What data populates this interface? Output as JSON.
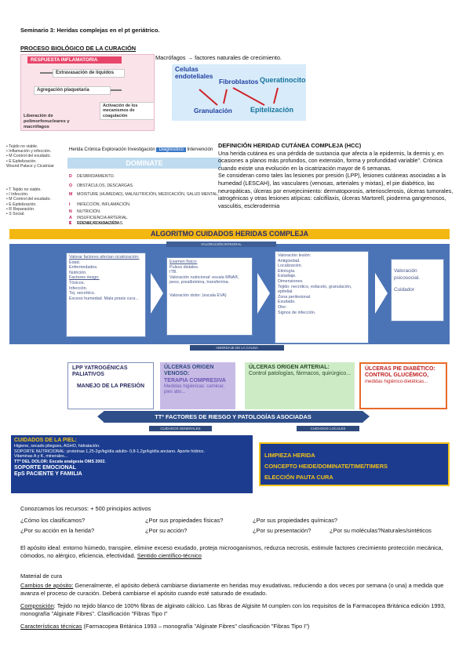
{
  "header": {
    "title": "Seminario 3: Heridas complejas en el pt geriátrico."
  },
  "section1": {
    "title": "PROCESO BIOLÓGICO DE LA CURACIÓN",
    "macrophage_text": "Macrófagos → factores naturales de crecimiento."
  },
  "fig1": {
    "header": "RESPUESTA INFLAMATORIA",
    "boxes": [
      "Extravasación de líquidos",
      "Agregación plaquetaria",
      "Activación de los mecanismos de coagulación",
      "Liberación de polimorfonucleares y macrófagos"
    ]
  },
  "fig2": {
    "celulas": "Celulas endoteliales",
    "fibroblastos": "Fibroblastos",
    "queratinocitos": "Queratinocitos",
    "granulacion": "Granulación",
    "epitelizacion": "Epitelización"
  },
  "fig3": {
    "time_bar": [
      "Herida",
      "Crónica",
      "Exploración",
      "Investigación",
      "Diagnóstico",
      "Intervención"
    ],
    "left_list_top": [
      "• Tejido no viable.",
      "• Inflamación y infección.",
      "• M Control del exudado.",
      "• E Epitelización.",
      "Wound Palace y Cicatrizar"
    ],
    "left_list_bottom": [
      "• T Tejido no viable.",
      "• I Infección.",
      "• M Control del exudado.",
      "• E Epitelización.",
      "• R Reparación.",
      "• S Social."
    ],
    "dominate_header": "DOMINATE",
    "rows": [
      {
        "k": "D",
        "v": "DESBRIDAMIENTO."
      },
      {
        "k": "O",
        "v": "OBSTÁCULOS, DESCARGAS."
      },
      {
        "k": "M",
        "v": "MOISTURE (HUMEDAD), MALNUTRICIÓN, MEDICACIÓN, SALUD MENTAL."
      },
      {
        "k": "I",
        "v": "INFECCIÓN, INFLAMACIÓN."
      },
      {
        "k": "N",
        "v": "NUTRICIÓN."
      },
      {
        "k": "A",
        "v": "INSUFICIENCIA ARTERIAL."
      },
      {
        "k": "T",
        "v": "TÉCNICAS AVANZADAS."
      },
      {
        "k": "E",
        "v": "EDEMA, EDUCACIÓN."
      }
    ]
  },
  "hcc": {
    "title": "DEFINICIÓN HERIDAD CUTÁNEA COMPLEJA (HCC)",
    "paragraph1": "Una herida cutánea es una pérdida de sustancia que afecta a la epidermis, la dermis y, en ocasiones a planos más profundos, con extensión, forma y profundidad variable\". Crónica cuando existe una evolución en la cicatrización mayor de 6 semanas.",
    "paragraph2": "Se consideran como tales las lesiones por presión (LPP), lesiones cutáneas asociadas a la humedad (LESCAH), las vasculares (venosas, arteriales y mixtas), el pie diabético, las neuropáticas, úlceras por envejecimiento: dermatoporosis, arteriosclerosis, úlceras tumorales, iatrogénicas y otras lesiones atípicas: calcifilaxis, úlceras Martorell, pioderma gangrenosos, vasculitis, esclerodermia"
  },
  "algorithm": {
    "title": "ALGORITMO CUIDADOS HERIDAS COMPLEJA",
    "sub_top": "VALORACIÓN INTEGRAL",
    "sub_mid": "ABORDAJE DE LA CAUSA",
    "sub_left": "CUIDADOS GENERALES",
    "sub_right": "CUIDADOS LOCALES",
    "box1": [
      "Valorar factores afectan cicatrización:",
      "Edad.",
      "Enfermedades.",
      "Nutrición.",
      "Factores riesgo:",
      "Tóxicos.",
      "Infección.",
      "Tej. necrótico.",
      "Exceso humedad. Mala praxis cura..."
    ],
    "box2": [
      "Examen físico:",
      "Pulsos distales.",
      "ITB.",
      "Valoración nutricional: escala MNA®, peso, prealbúmina, transferrina.",
      "Valoración dolor: (escala EVA)"
    ],
    "box3": [
      "Valoración lesión:",
      "Antigüedad.",
      "Localización.",
      "Etiología.",
      "Estadiaje.",
      "Dimensiones.",
      "Tejido: necrótico, esfacelo, granulación, epitelial.",
      "Zona perilesional.",
      "Exudado.",
      "Olor.",
      "Signos de infección."
    ],
    "box4": [
      "Valoración psicosocial.",
      "Cuidador"
    ],
    "cards": [
      {
        "title": "LPP YATROGÉNICAS PALIATIVOS",
        "body": "MANEJO DE LA PRESIÓN"
      },
      {
        "title": "ÚLCERAS ORIGEN VENOSO:",
        "body": "TERAPIA COMPRESIVA",
        "extra": "Medidas higiénicas: caminar, pies alto..."
      },
      {
        "title": "ÚLCERAS ORIGEN ARTERIAL:",
        "body": "Control patologías, fármacos, quirúrgico..."
      },
      {
        "title": "ÚLCERAS PIE DIABÉTICO:",
        "body": "CONTROL GLUCÉMICO,",
        "extra": "medidas higiénico-dietéticas..."
      }
    ],
    "risk_bar": "TTº FACTORES DE RIESGO Y PATOLOGÍAS ASOCIADAS"
  },
  "care_left": {
    "title": "CUIDADOS DE LA PIEL:",
    "lines": [
      "Higiene, secado pliegues, AGHO, hidratación.",
      "SOPORTE NUTRICIONAL: proteínas 1,25-2gr/kg/día adulto- 0,8-1,2gr/kg/día anciano. Aporte hídrico.",
      "Vitaminas A y K, minerales...",
      "TTº DEL DOLOR: Escala analgesia OMS 2002.",
      "SOPORTE EMOCIONAL",
      "EpS PACIENTE Y FAMILIA"
    ]
  },
  "care_right": [
    "LIMPIEZA HERIDA",
    "CONCEPTO HEIDE/DOMINATE/TIME/TIMERS",
    "ELECCIÓN PAUTA CURA"
  ],
  "resources": {
    "intro": "Conozcamos los recursos: + 500 principios activos",
    "q1": "¿Cómo los clasificamos?",
    "q2": "¿Por sus propiedades físicas?",
    "q3": "¿Por sus propiedades químicas?",
    "q4": "¿Por su acción en la herida?",
    "q5": "¿Por su acción?",
    "q6": "¿Por su presentación?",
    "q7": "¿Por su moléculas?Naturales/sintéticos"
  },
  "ideal": {
    "text": "El apósito ideal: entorno húmedo, transpire, elimine exceso exudado, proteja microoganismos, reduzca necrosis, estimule factores crecimiento protección mecánica, cómodos, no alérgico, eficiencia, efectividad.",
    "link": "Sentido científico-técnico"
  },
  "material": {
    "title": "Material de cura",
    "p1_label": "Cambios de apósito:",
    "p1": " Generalmente, el apósito deberá cambiarse diariamente en heridas muy exudativas, reduciendo a dos veces por semana (o una) a medida que avanza el proceso de curación. Deberá cambiarse el apósito cuando esté saturado de exudado.",
    "p2_label": "Composición",
    "p2": ": Tejido no tejido blanco de 100% fibras de alginato cálcico. Las fibras de Algisite M cumplen con los requisitos de la Farmacopea Británica edición 1993, monografía \"Alginate Fibres\". Clasificación \"Fibras Tipo I\"",
    "p3_label": "Características técnicas",
    "p3": " (Farmacopea Británica 1993 – monografía \"Alginate Fibres\" clasificación \"Fibras Tipo I\")"
  }
}
